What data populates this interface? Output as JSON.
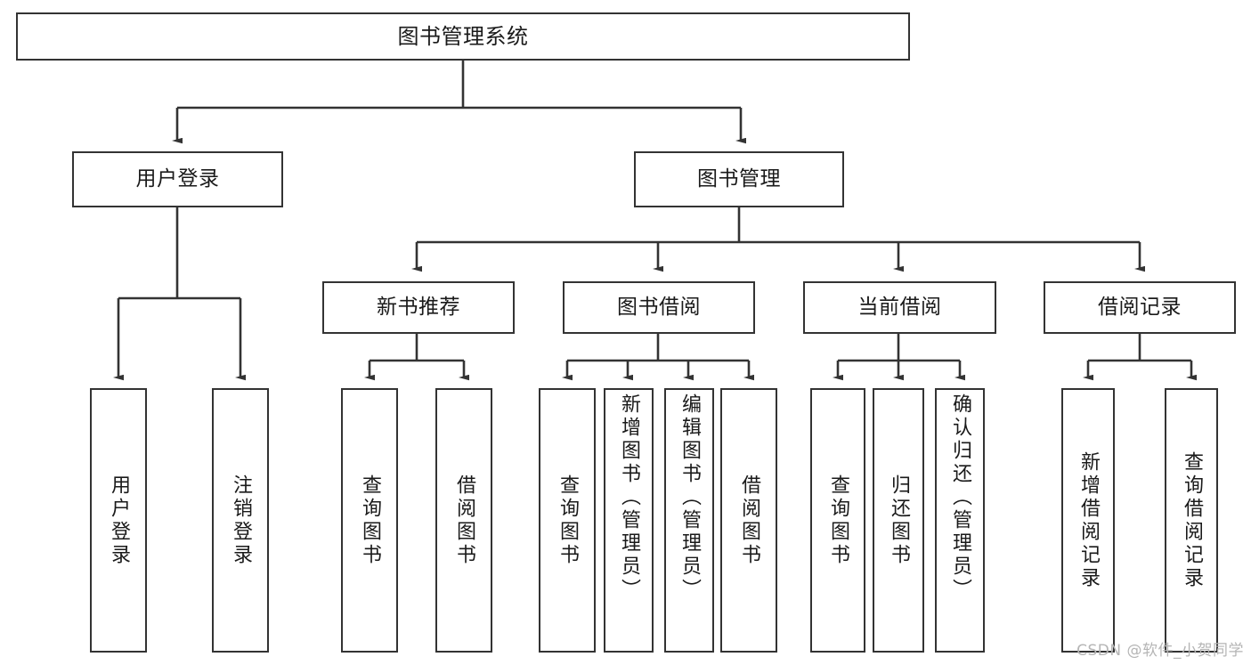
{
  "diagram": {
    "title": "图书管理系统",
    "type": "tree-hierarchy-chart",
    "orientation": "top-down",
    "colors": {
      "node_border": "#333333",
      "node_fill": "#ffffff",
      "edge": "#333333",
      "text": "#1a1a1a",
      "watermark": "#b5b5b5",
      "background": "#ffffff"
    }
  },
  "nodes": {
    "root": {
      "label": "图书管理系统"
    },
    "level2": [
      {
        "id": "user-login",
        "label": "用户登录"
      },
      {
        "id": "book-management",
        "label": "图书管理"
      }
    ],
    "level3": [
      {
        "id": "new-book-recommend",
        "label": "新书推荐"
      },
      {
        "id": "book-borrow",
        "label": "图书借阅"
      },
      {
        "id": "current-borrow",
        "label": "当前借阅"
      },
      {
        "id": "borrow-record",
        "label": "借阅记录"
      }
    ],
    "leaves": {
      "user_login": [
        {
          "id": "leaf-user-login",
          "label": "用户登录"
        },
        {
          "id": "leaf-logout-login",
          "label": "注销登录"
        }
      ],
      "new_book_recommend": [
        {
          "id": "leaf-query-book-1",
          "label": "查询图书"
        },
        {
          "id": "leaf-borrow-book-1",
          "label": "借阅图书"
        }
      ],
      "book_borrow": [
        {
          "id": "leaf-query-book-2",
          "label": "查询图书"
        },
        {
          "id": "leaf-add-book",
          "label": "新增图书（管理员）"
        },
        {
          "id": "leaf-edit-book",
          "label": "编辑图书（管理员）"
        },
        {
          "id": "leaf-borrow-book-2",
          "label": "借阅图书"
        }
      ],
      "current_borrow": [
        {
          "id": "leaf-query-book-3",
          "label": "查询图书"
        },
        {
          "id": "leaf-return-book",
          "label": "归还图书"
        },
        {
          "id": "leaf-confirm-return",
          "label": "确认归还（管理员）"
        }
      ],
      "borrow_record": [
        {
          "id": "leaf-add-record",
          "label": "新增借阅记录"
        },
        {
          "id": "leaf-query-record",
          "label": "查询借阅记录"
        }
      ]
    }
  },
  "watermark": {
    "text": "CSDN @软件_小贺同学"
  }
}
